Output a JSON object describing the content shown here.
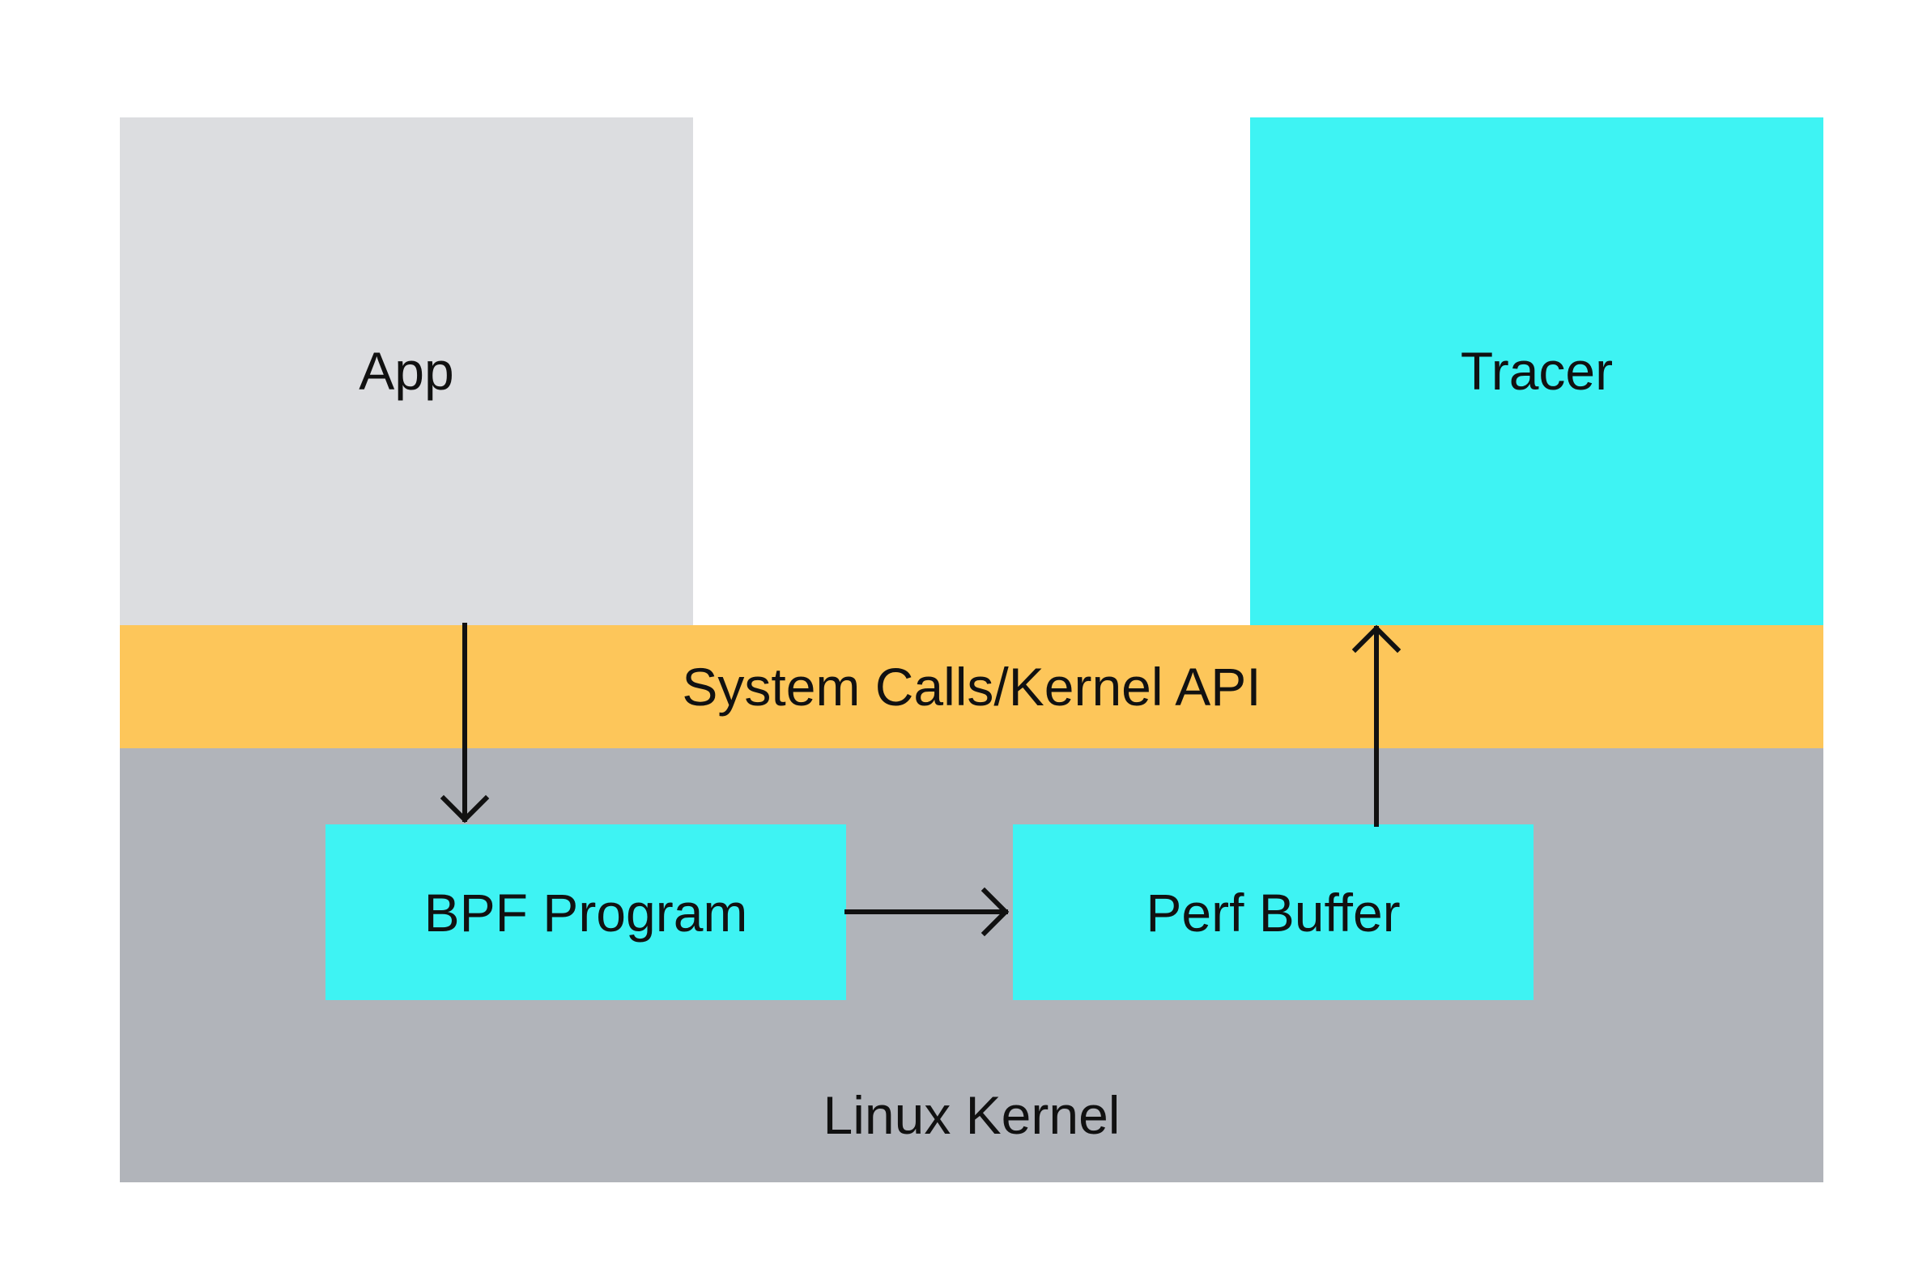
{
  "diagram": {
    "app": {
      "label": "App"
    },
    "tracer": {
      "label": "Tracer"
    },
    "syscall_layer": {
      "label": "System Calls/Kernel API"
    },
    "kernel": {
      "label": "Linux Kernel"
    },
    "bpf_program": {
      "label": "BPF Program"
    },
    "perf_buffer": {
      "label": "Perf Buffer"
    }
  },
  "colors": {
    "app_fill": "#dcdde0",
    "cyan_fill": "#3ef3f3",
    "syscall_fill": "#fdc65a",
    "kernel_fill": "#b1b4ba",
    "arrow": "#111111"
  },
  "edges": [
    {
      "from": "App",
      "to": "BPF Program"
    },
    {
      "from": "BPF Program",
      "to": "Perf Buffer"
    },
    {
      "from": "Perf Buffer",
      "to": "Tracer"
    }
  ]
}
